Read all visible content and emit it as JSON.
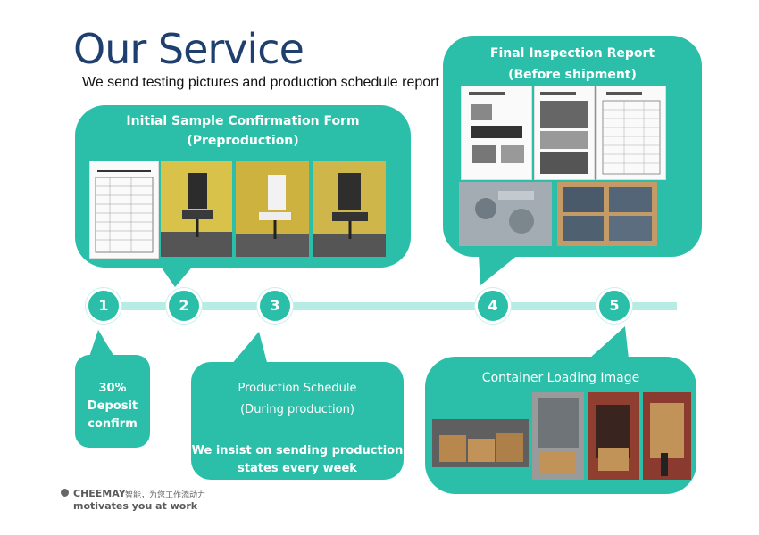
{
  "header": {
    "title": "Our Service",
    "subtitle": "We send testing pictures and production schedule report"
  },
  "panels": {
    "sample": {
      "line1": "Initial Sample Confirmation Form",
      "line2": "(Preproduction)"
    },
    "inspection": {
      "line1": "Final Inspection Report",
      "line2": "(Before shipment)"
    },
    "deposit": {
      "line1": "30%",
      "line2": "Deposit",
      "line3": "confirm"
    },
    "schedule": {
      "line1": "Production Schedule",
      "line2": "(During production)",
      "line3": "We insist on sending production",
      "line4": "states every week"
    },
    "container": {
      "title": "Container Loading Image"
    }
  },
  "steps": [
    "1",
    "2",
    "3",
    "4",
    "5"
  ],
  "footer": {
    "brand": "CHEEMAY",
    "brand_cn": "智能，为您工作添动力",
    "tagline": "motivates you at work"
  },
  "colors": {
    "teal": "#2bbfa9",
    "timeline": "#b6ece3",
    "title": "#1f3f6f"
  }
}
